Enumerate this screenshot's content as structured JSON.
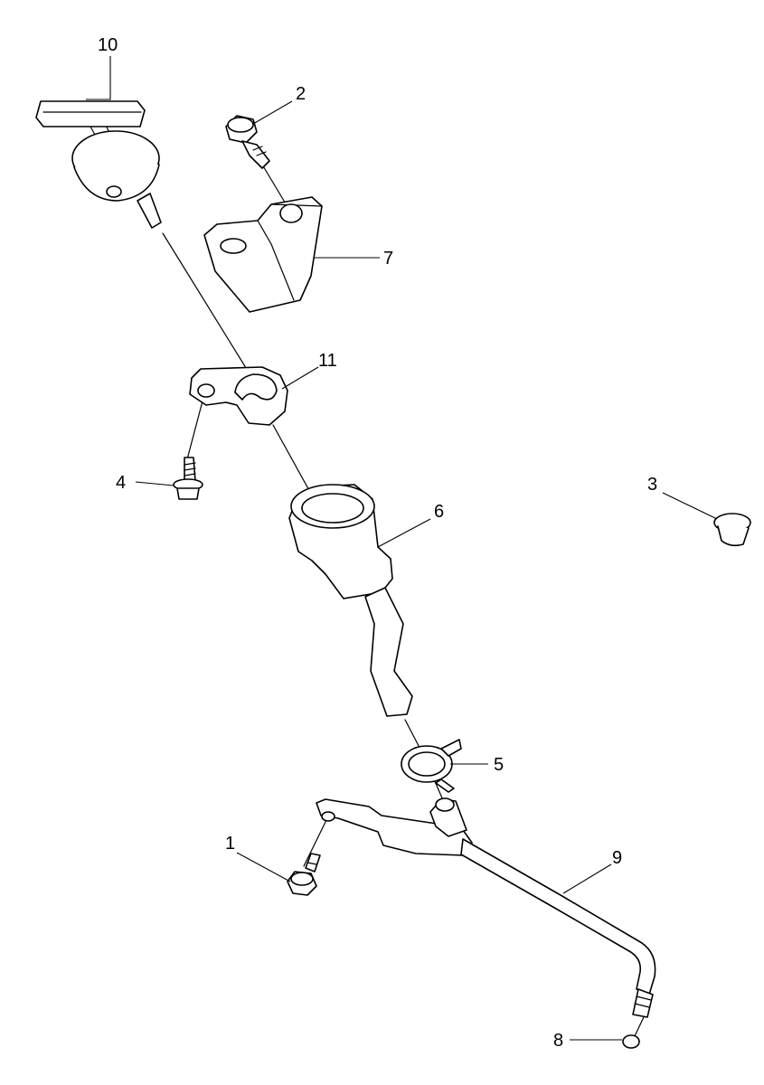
{
  "diagram": {
    "parts": [
      {
        "ref": "1",
        "label": "1",
        "name": "bolt"
      },
      {
        "ref": "2",
        "label": "2",
        "name": "bolt"
      },
      {
        "ref": "3",
        "label": "3",
        "name": "cap"
      },
      {
        "ref": "4",
        "label": "4",
        "name": "bolt"
      },
      {
        "ref": "5",
        "label": "5",
        "name": "hose-clamp"
      },
      {
        "ref": "6",
        "label": "6",
        "name": "guide-tube"
      },
      {
        "ref": "7",
        "label": "7",
        "name": "bracket"
      },
      {
        "ref": "8",
        "label": "8",
        "name": "o-ring"
      },
      {
        "ref": "9",
        "label": "9",
        "name": "pipe"
      },
      {
        "ref": "10",
        "label": "10",
        "name": "dipstick"
      },
      {
        "ref": "11",
        "label": "11",
        "name": "clamp"
      }
    ],
    "stroke_color": "#000000",
    "background_color": "#ffffff"
  }
}
